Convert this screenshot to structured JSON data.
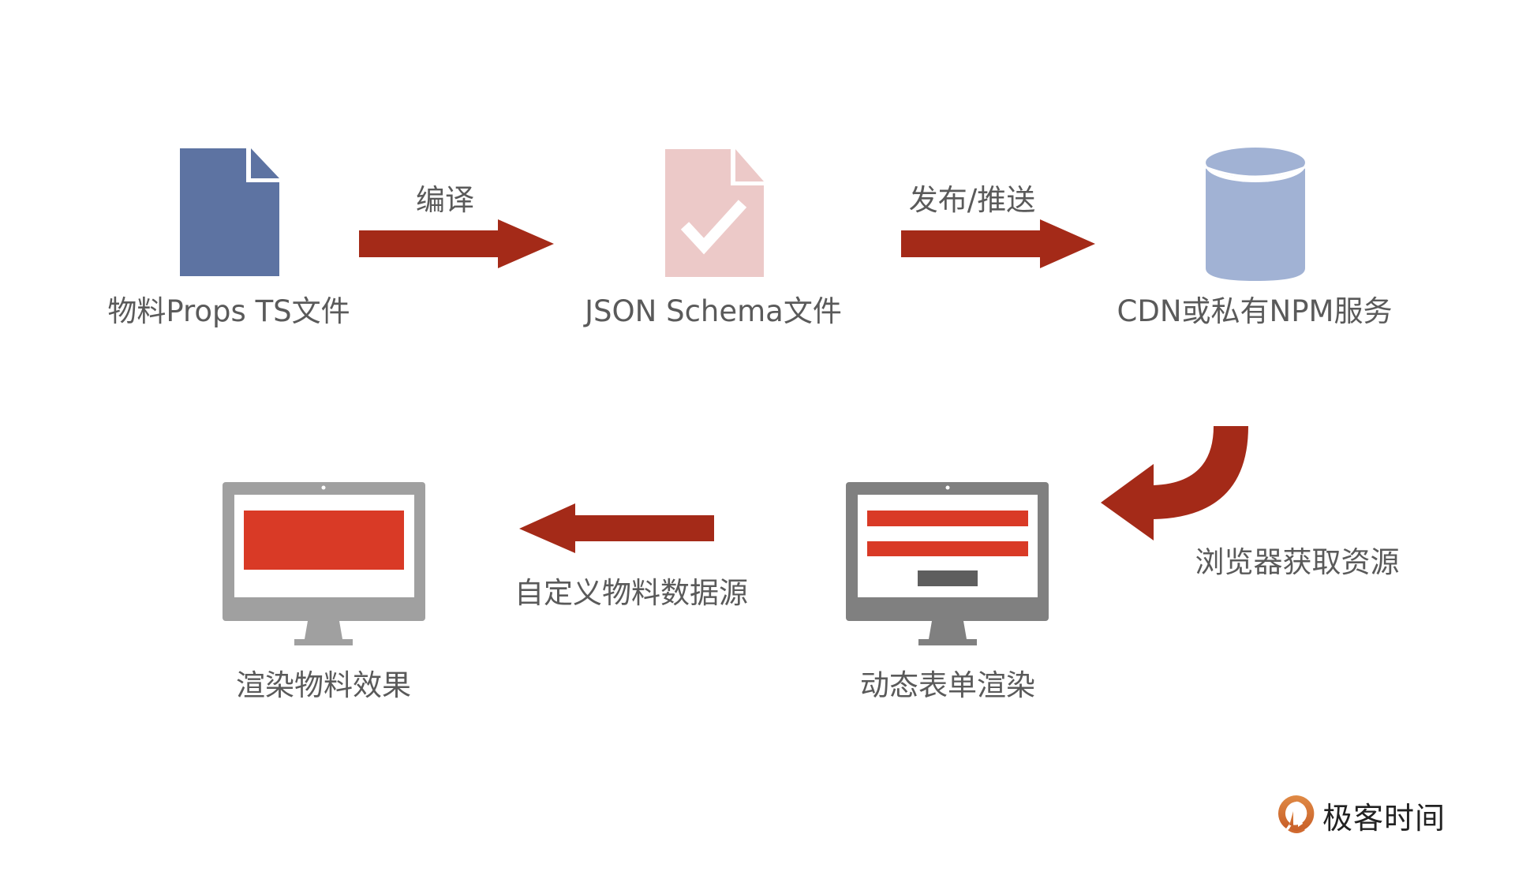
{
  "diagram": {
    "nodes": [
      {
        "id": "ts-file",
        "label": "物料Props TS文件",
        "icon": "document-icon",
        "color": "#5d73a2"
      },
      {
        "id": "json-schema",
        "label": "JSON Schema文件",
        "icon": "document-check-icon",
        "color": "#ecc9c8"
      },
      {
        "id": "cdn-npm",
        "label": "CDN或私有NPM服务",
        "icon": "database-cylinder-icon",
        "color": "#a1b2d4"
      },
      {
        "id": "dynamic-form",
        "label": "动态表单渲染",
        "icon": "monitor-form-icon",
        "color": "#808080"
      },
      {
        "id": "render-material",
        "label": "渲染物料效果",
        "icon": "monitor-render-icon",
        "color": "#a0a0a0"
      }
    ],
    "edges": [
      {
        "from": "ts-file",
        "to": "json-schema",
        "label": "编译"
      },
      {
        "from": "json-schema",
        "to": "cdn-npm",
        "label": "发布/推送"
      },
      {
        "from": "cdn-npm",
        "to": "dynamic-form",
        "label": "浏览器获取资源"
      },
      {
        "from": "dynamic-form",
        "to": "render-material",
        "label": "自定义物料数据源"
      }
    ]
  },
  "colors": {
    "arrow": "#a42a18",
    "accent_red": "#d93a26",
    "button_dark": "#5e5e5e",
    "text": "#5a5a5a"
  },
  "brand": {
    "name": "极客时间",
    "icon": "geektime-logo-icon",
    "color": "#d9763a"
  }
}
